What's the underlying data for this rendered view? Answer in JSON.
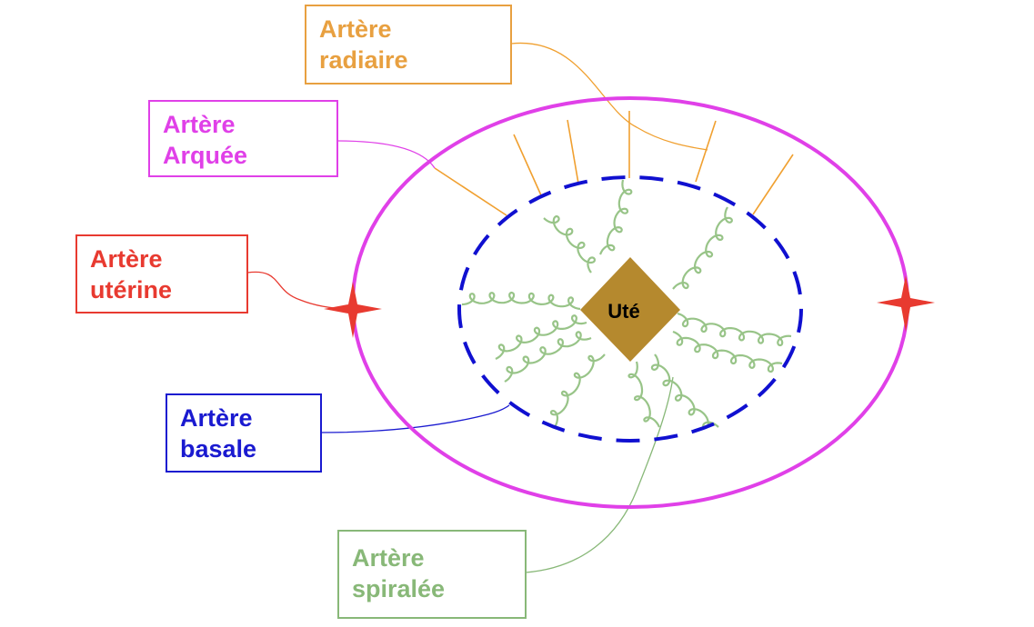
{
  "center": {
    "label": "Uté"
  },
  "labels": {
    "radiaire": {
      "line1": "Artère",
      "line2": "radiaire",
      "color": "#e8a040"
    },
    "arquee": {
      "line1": "Artère",
      "line2": "Arquée",
      "color": "#e040e8"
    },
    "uterine": {
      "line1": "Artère",
      "line2": "utérine",
      "color": "#e83a30"
    },
    "basale": {
      "line1": "Artère",
      "line2": "basale",
      "color": "#1a1ad0"
    },
    "spiralee": {
      "line1": "Artère",
      "line2": "spiralée",
      "color": "#88b878"
    }
  },
  "colors": {
    "diamond": "#b5892e",
    "outer": "#e040e8",
    "inner": "#1010d0",
    "radial": "#f0a030",
    "spiral": "#98c488",
    "star": "#e83a30"
  }
}
